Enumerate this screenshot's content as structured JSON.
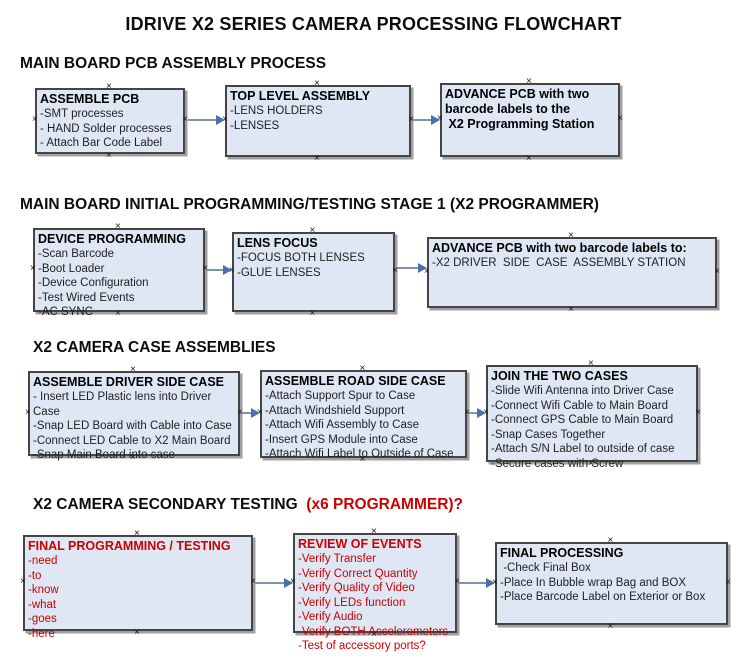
{
  "title": "IDRIVE X2  SERIES CAMERA PROCESSING FLOWCHART",
  "colors": {
    "box_fill": "#dee7f3",
    "box_border": "#454545",
    "arrow_line": "#7e93ad",
    "arrow_head": "#4a6fad",
    "alert_red": "#cc0000"
  },
  "connection_point_glyph": "×",
  "sections": [
    {
      "heading": "MAIN BOARD PCB ASSEMBLY PROCESS",
      "heading_red": "",
      "boxes": [
        {
          "title": "ASSEMBLE PCB",
          "items": [
            "-SMT processes",
            "- HAND Solder processes",
            "- Attach Bar Code Label"
          ]
        },
        {
          "title": "TOP LEVEL ASSEMBLY",
          "items": [
            "-LENS HOLDERS",
            "-LENSES"
          ]
        },
        {
          "title": "ADVANCE PCB with two\nbarcode labels to the\n X2 Programming Station",
          "items": []
        }
      ]
    },
    {
      "heading": "MAIN BOARD INITIAL PROGRAMMING/TESTING STAGE 1 (X2 PROGRAMMER)",
      "heading_red": "",
      "boxes": [
        {
          "title": "DEVICE PROGRAMMING",
          "items": [
            "-Scan Barcode",
            "-Boot Loader",
            "-Device Configuration",
            "-Test Wired Events",
            "-AC SYNC"
          ]
        },
        {
          "title": "LENS FOCUS",
          "items": [
            "-FOCUS BOTH LENSES",
            "-GLUE LENSES"
          ]
        },
        {
          "title": "ADVANCE PCB with two barcode labels to:",
          "items": [
            "-X2 DRIVER  SIDE  CASE  ASSEMBLY STATION"
          ]
        }
      ]
    },
    {
      "heading": "X2 CAMERA CASE ASSEMBLIES",
      "heading_red": "",
      "boxes": [
        {
          "title": "ASSEMBLE DRIVER SIDE CASE",
          "items": [
            "- Insert LED Plastic lens into Driver Case",
            "-Snap LED Board with Cable into Case",
            "-Connect LED Cable to X2 Main Board",
            "-Snap Main Board into case"
          ]
        },
        {
          "title": "ASSEMBLE ROAD SIDE CASE",
          "items": [
            "-Attach Support Spur to Case",
            "-Attach Windshield Support",
            "-Attach Wifi Assembly to Case",
            "-Insert GPS Module into Case",
            "-Attach Wifi Label to Outside of Case"
          ]
        },
        {
          "title": "JOIN THE TWO CASES",
          "items": [
            "-Slide Wifi Antenna into Driver Case",
            "-Connect Wifi Cable to Main Board",
            "-Connect GPS Cable to Main Board",
            "-Snap Cases Together",
            "-Attach S/N Label to outside of case",
            "-Secure cases with Screw"
          ]
        }
      ]
    },
    {
      "heading": "X2 CAMERA SECONDARY TESTING  ",
      "heading_red": "(x6 PROGRAMMER)?",
      "boxes": [
        {
          "title": "FINAL PROGRAMMING / TESTING",
          "items": [
            "-need",
            "-to",
            "-know",
            "-what",
            "-goes",
            "-here"
          ]
        },
        {
          "title": "REVIEW OF EVENTS",
          "items": [
            "-Verify Transfer",
            "-Verify Correct Quantity",
            "-Verify Quality of Video",
            "-Verify LEDs function",
            "-Verify Audio",
            "-Verify BOTH Accelerometers",
            "-Test of accessory ports?"
          ]
        },
        {
          "title": "FINAL PROCESSING",
          "items": [
            " -Check Final Box",
            "-Place In Bubble wrap Bag and BOX",
            "-Place Barcode Label on Exterior or Box"
          ]
        }
      ]
    }
  ]
}
